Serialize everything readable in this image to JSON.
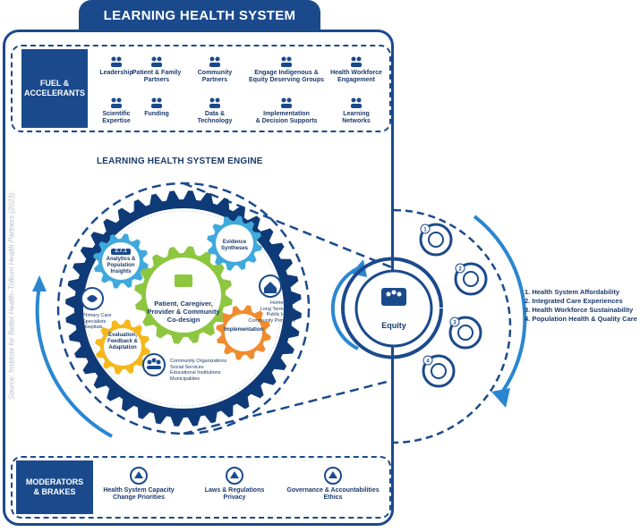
{
  "header": {
    "title": "LEARNING HEALTH SYSTEM"
  },
  "fuel": {
    "label_line1": "FUEL &",
    "label_line2": "ACCELERANTS",
    "items": [
      {
        "line1": "Leadership",
        "line2": "",
        "icon": "leadership-icon"
      },
      {
        "line1": "Patient & Family",
        "line2": "Partners",
        "icon": "family-icon"
      },
      {
        "line1": "Community",
        "line2": "Partners",
        "icon": "handshake-icon"
      },
      {
        "line1": "Engage Indigenous &",
        "line2": "Equity Deserving Groups",
        "icon": "group-icon"
      },
      {
        "line1": "Health Workforce",
        "line2": "Engagement",
        "icon": "workforce-icon"
      },
      {
        "line1": "Scientific",
        "line2": "Expertise",
        "icon": "science-icon"
      },
      {
        "line1": "Funding",
        "line2": "",
        "icon": "funding-icon"
      },
      {
        "line1": "Data & Technology",
        "line2": "",
        "icon": "data-icon"
      },
      {
        "line1": "Implementation",
        "line2": "& Decision Supports",
        "icon": "implementation-icon"
      },
      {
        "line1": "Learning",
        "line2": "Networks",
        "icon": "network-icon"
      }
    ]
  },
  "engine": {
    "title": "LEARNING HEALTH SYSTEM ENGINE",
    "center": {
      "line1": "Patient, Caregiver,",
      "line2": "Provider & Community",
      "line3": "Co-design"
    },
    "gears": {
      "analytics": {
        "line1": "Analytics &",
        "line2": "Population",
        "line3": "Insights",
        "icon_text": "2.7.1"
      },
      "evidence": {
        "line1": "Evidence",
        "line2": "Syntheses"
      },
      "evaluation": {
        "line1": "Evaluation,",
        "line2": "Feedback &",
        "line3": "Adaptation"
      },
      "implementation": {
        "line1": "Implementation"
      }
    },
    "settings": {
      "primary": [
        "Primary Care",
        "Specialists",
        "Hospitals"
      ],
      "home": [
        "Home Care",
        "Long Term Care",
        "Public Health",
        "Community Providers"
      ],
      "community": [
        "Community Organizations",
        "Social Services",
        "Educational Institutions",
        "Municipalities"
      ]
    }
  },
  "source_note": "Source: Institute for Better Health–Trillium Health Partners (2023).",
  "equity": {
    "label": "Equity"
  },
  "outcome_badges": [
    "1",
    "2",
    "3",
    "4"
  ],
  "outcomes": [
    "1.  Health System Affordability",
    "2.  Integrated Care Experiences",
    "3.  Health Workforce Sustainability",
    "4.  Population Health & Quality Care"
  ],
  "moderators": {
    "label_line1": "MODERATORS",
    "label_line2": "& BRAKES",
    "items": [
      {
        "line1": "Health System Capacity",
        "line2": "Change Priorities",
        "icon": "network-gear-icon"
      },
      {
        "line1": "Laws & Regulations",
        "line2": "Privacy",
        "icon": "gavel-icon"
      },
      {
        "line1": "Governance & Accountabilities",
        "line2": "Ethics",
        "icon": "scales-icon"
      }
    ]
  },
  "colors": {
    "navy": "#1b4a8c",
    "dark_navy": "#0f3a78",
    "green": "#8dc63f",
    "blue": "#3fa9dc",
    "yellow": "#f5b71a",
    "orange": "#f08c2e",
    "arrow_blue": "#2a86d1"
  }
}
